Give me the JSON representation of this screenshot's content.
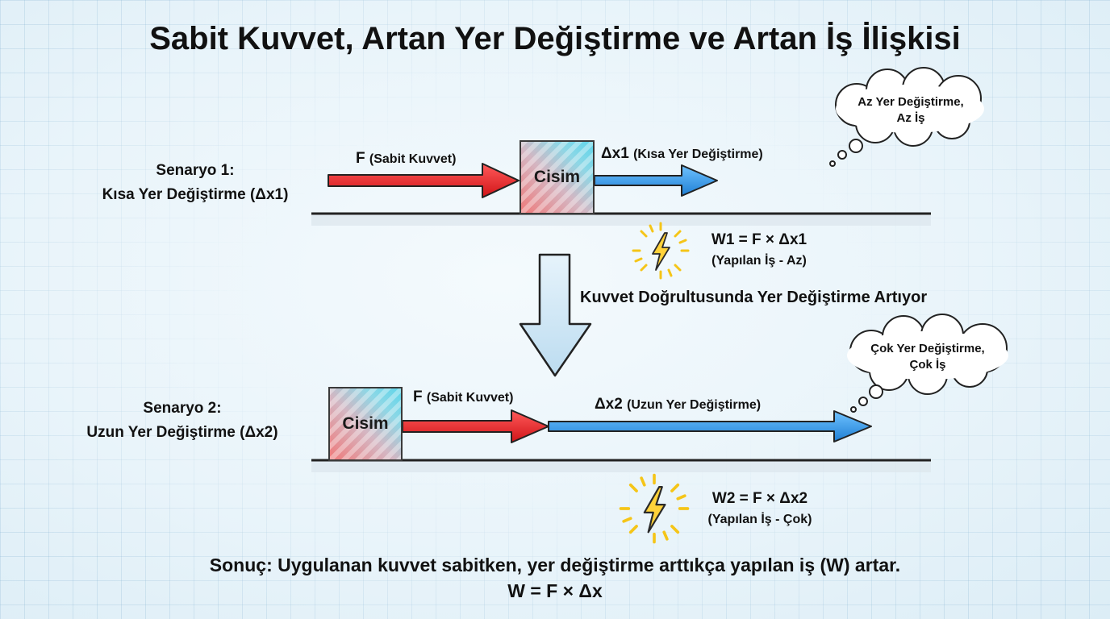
{
  "title": "Sabit Kuvvet, Artan Yer Değiştirme ve Artan İş İlişkisi",
  "scenario1": {
    "label_line1": "Senaryo 1:",
    "label_line2": "Kısa Yer Değiştirme (Δx1)",
    "force_label": "F",
    "force_sub": "(Sabit Kuvvet)",
    "object_label": "Cisim",
    "disp_label": "Δx1",
    "disp_sub": "(Kısa Yer Değiştirme)",
    "work_formula": "W1 = F × Δx1",
    "work_note": "(Yapılan İş - Az)",
    "thought_line1": "Az Yer Değiştirme,",
    "thought_line2": "Az İş"
  },
  "transition_label": "Kuvvet Doğrultusunda Yer Değiştirme Artıyor",
  "scenario2": {
    "label_line1": "Senaryo 2:",
    "label_line2": "Uzun Yer Değiştirme (Δx2)",
    "force_label": "F",
    "force_sub": "(Sabit Kuvvet)",
    "object_label": "Cisim",
    "disp_label": "Δx2",
    "disp_sub": "(Uzun Yer Değiştirme)",
    "work_formula": "W2 = F × Δx2",
    "work_note": "(Yapılan İş - Çok)",
    "thought_line1": "Çok Yer Değiştirme,",
    "thought_line2": "Çok İş"
  },
  "conclusion": {
    "line1": "Sonuç: Uygulanan kuvvet sabitken, yer değiştirme arttıkça yapılan iş (W) artar.",
    "line2": "W = F × Δx"
  },
  "colors": {
    "force": "#e8262a",
    "displacement": "#2f8fe0",
    "lightning": "#f5c518",
    "down_arrow": "#cfe6f5"
  },
  "icons": [
    "lightning-icon",
    "thought-bubble-icon",
    "down-arrow-icon"
  ]
}
